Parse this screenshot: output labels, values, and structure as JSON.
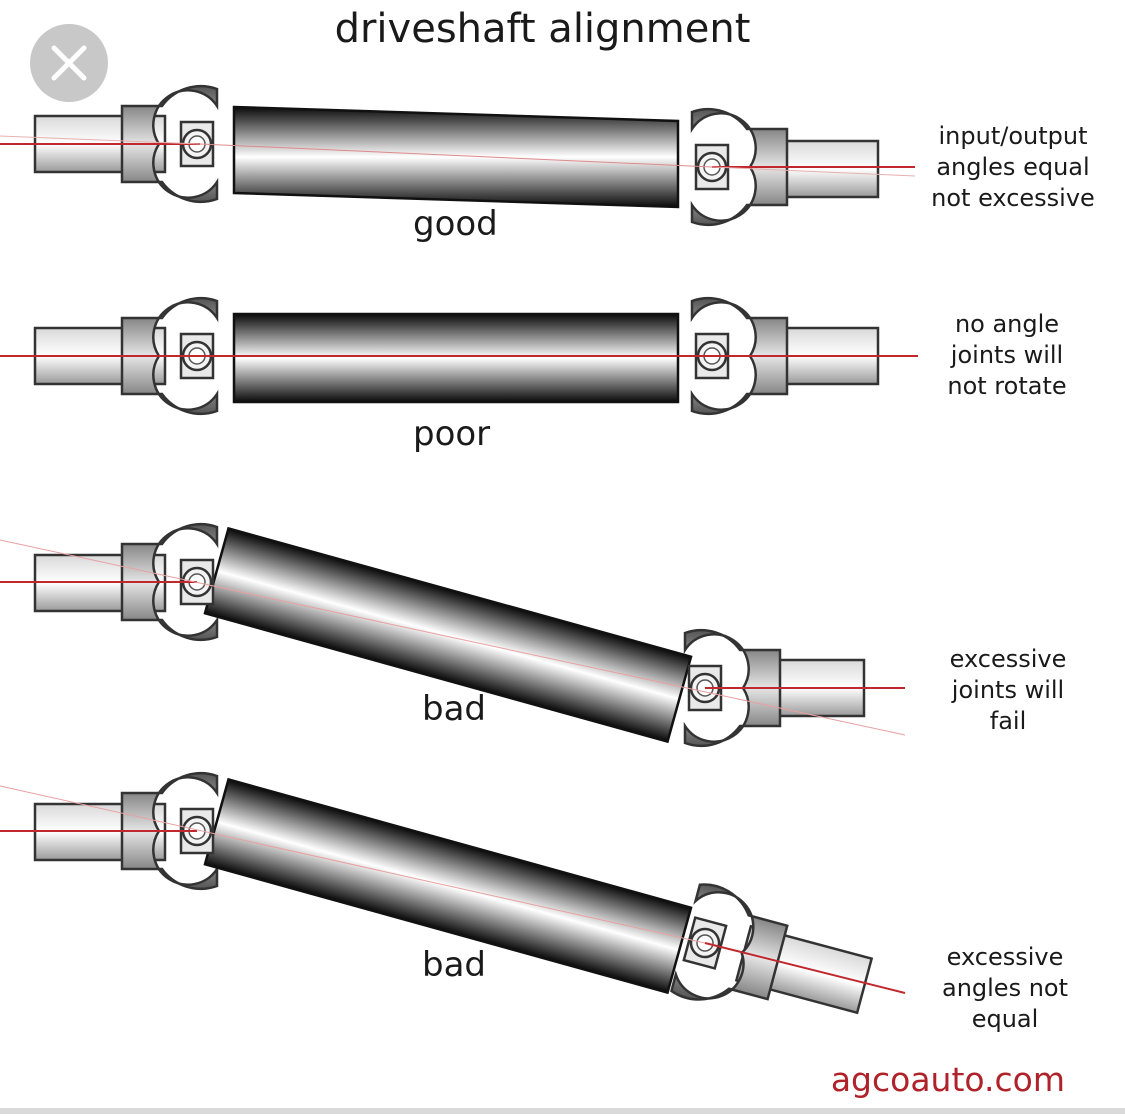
{
  "title": "driveshaft alignment",
  "close_icon": "close-icon",
  "diagrams": [
    {
      "rating": "good",
      "note": [
        "input/output",
        "angles equal",
        "not excessive"
      ]
    },
    {
      "rating": "poor",
      "note": [
        "no angle",
        "joints will",
        "not rotate"
      ]
    },
    {
      "rating": "bad",
      "note": [
        "excessive",
        "joints will",
        "fail"
      ]
    },
    {
      "rating": "bad",
      "note": [
        "excessive",
        "angles not",
        "equal"
      ]
    }
  ],
  "brand": "agcoauto.com",
  "colors": {
    "axis_line": "#c0282d",
    "shaft": "#111111",
    "brand": "#b0222a"
  }
}
